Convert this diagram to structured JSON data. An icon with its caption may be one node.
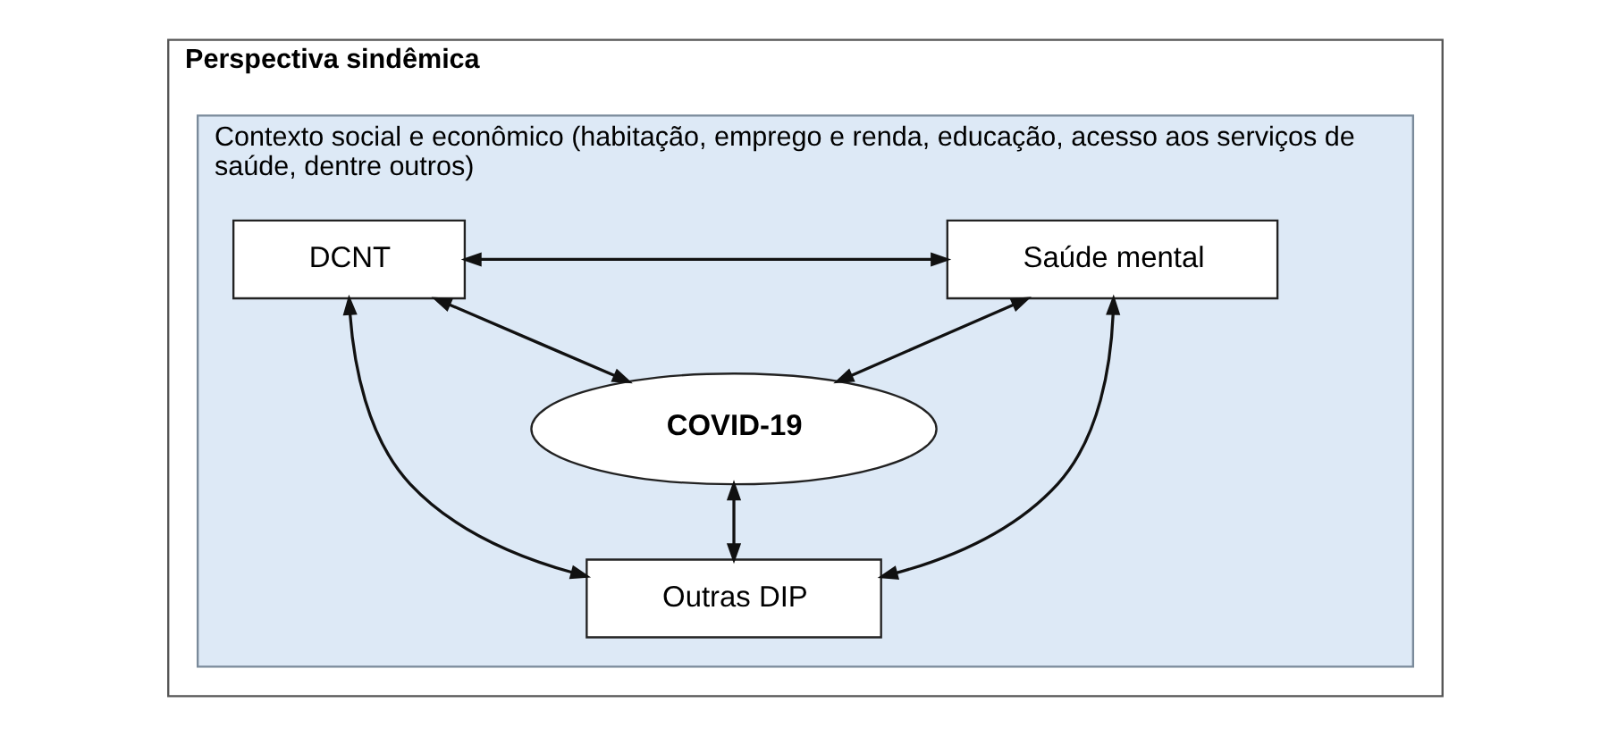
{
  "diagram": {
    "nodes": [
      {
        "text": [
          "Perspectiva sindêmica"
        ]
      },
      {
        "text": [
          "Contexto social e econômico (habitação, emprego e renda, educação, acesso aos serviços de saúde, dentre outros)"
        ],
        "in": 0
      },
      {
        "text": [
          "DCNT"
        ],
        "in": 1
      },
      {
        "text": [
          "Saúde mental"
        ],
        "in": 1
      },
      {
        "text": [
          "COVID-19"
        ],
        "in": 1
      },
      {
        "text": [
          "Outras DIP"
        ],
        "in": 1
      }
    ],
    "edges": [
      {
        "from": 2,
        "to": 3,
        "arrow": "both"
      },
      {
        "from": 2,
        "to": 4,
        "arrow": "both"
      },
      {
        "from": 3,
        "to": 4,
        "arrow": "both"
      },
      {
        "from": 2,
        "to": 5,
        "arrow": "both"
      },
      {
        "from": 3,
        "to": 5,
        "arrow": "both"
      },
      {
        "from": 4,
        "to": 5,
        "arrow": "both"
      }
    ]
  }
}
